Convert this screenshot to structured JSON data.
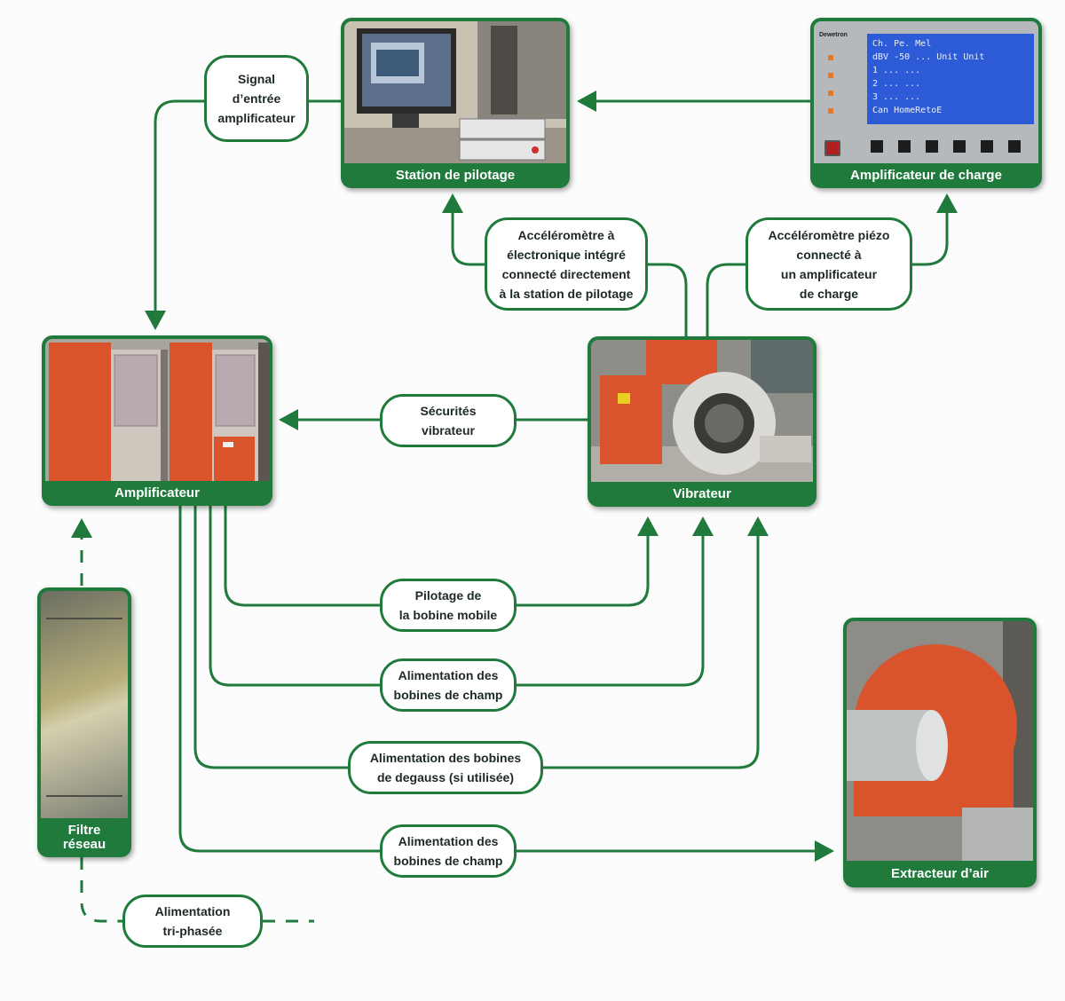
{
  "equipment": {
    "station": "Station de pilotage",
    "charge_amp": "Amplificateur de charge",
    "amplifier": "Amplificateur",
    "vibrator": "Vibrateur",
    "filter": "Filtre\nréseau",
    "extractor": "Extracteur d’air",
    "charge_amp_logo": "Dewetron",
    "charge_amp_screen": [
      "Ch. Pe. Mel",
      "dBV -50 ...  Unit Unit",
      "1 ...  ...",
      "2 ...  ...",
      "3 ...  ...",
      "Can   HomeRetoE"
    ]
  },
  "connections": {
    "signal_input": "Signal d’entrée\namplificateur",
    "accel_integrated": "Accéléromètre à\nélectronique intégré\nconnecté directement\nà la station de pilotage",
    "accel_piezo": "Accéléromètre piézo\nconnecté à\nun amplificateur\nde charge",
    "safeties": "Sécurités\nvibrateur",
    "moving_coil": "Pilotage de\nla bobine mobile",
    "field_coils_1": "Alimentation des\nbobines de champ",
    "degauss_coils": "Alimentation des bobines\nde degauss (si utilisée)",
    "field_coils_2": "Alimentation des\nbobines de champ",
    "three_phase": "Alimentation\ntri-phasée"
  },
  "colors": {
    "accent": "#1f7a3c",
    "label_bg": "#ffffff",
    "equipment_orange": "#d9542c"
  }
}
